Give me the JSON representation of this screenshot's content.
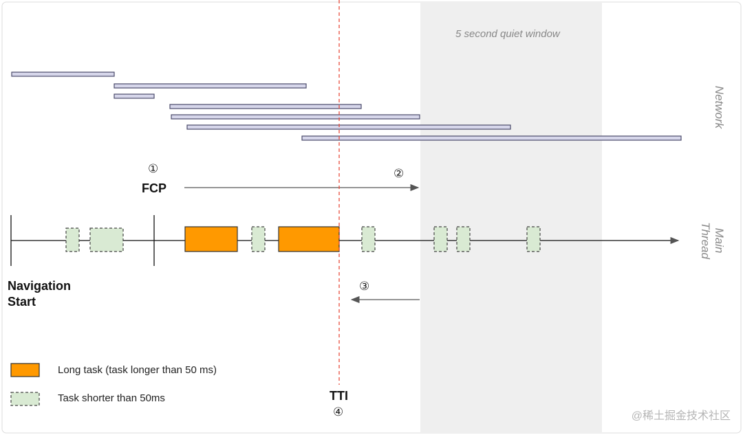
{
  "labels": {
    "quiet_window": "5 second quiet window",
    "network": "Network",
    "main_thread": "Main Thread",
    "fcp_marker": "①",
    "fcp": "FCP",
    "step2": "②",
    "step3": "③",
    "nav_start": "Navigation Start",
    "tti": "TTI",
    "tti_marker": "④"
  },
  "legend": {
    "long_task": "Long task (task longer than 50 ms)",
    "short_task": "Task shorter than 50ms"
  },
  "watermark": "@稀土掘金技术社区",
  "colors": {
    "network_bar": "#cfcfe6",
    "network_stroke": "#555577",
    "long_task": "#ff9900",
    "short_task": "#d9ead3",
    "quiet_window": "#efefef",
    "tti_line": "#e74c3c"
  }
}
